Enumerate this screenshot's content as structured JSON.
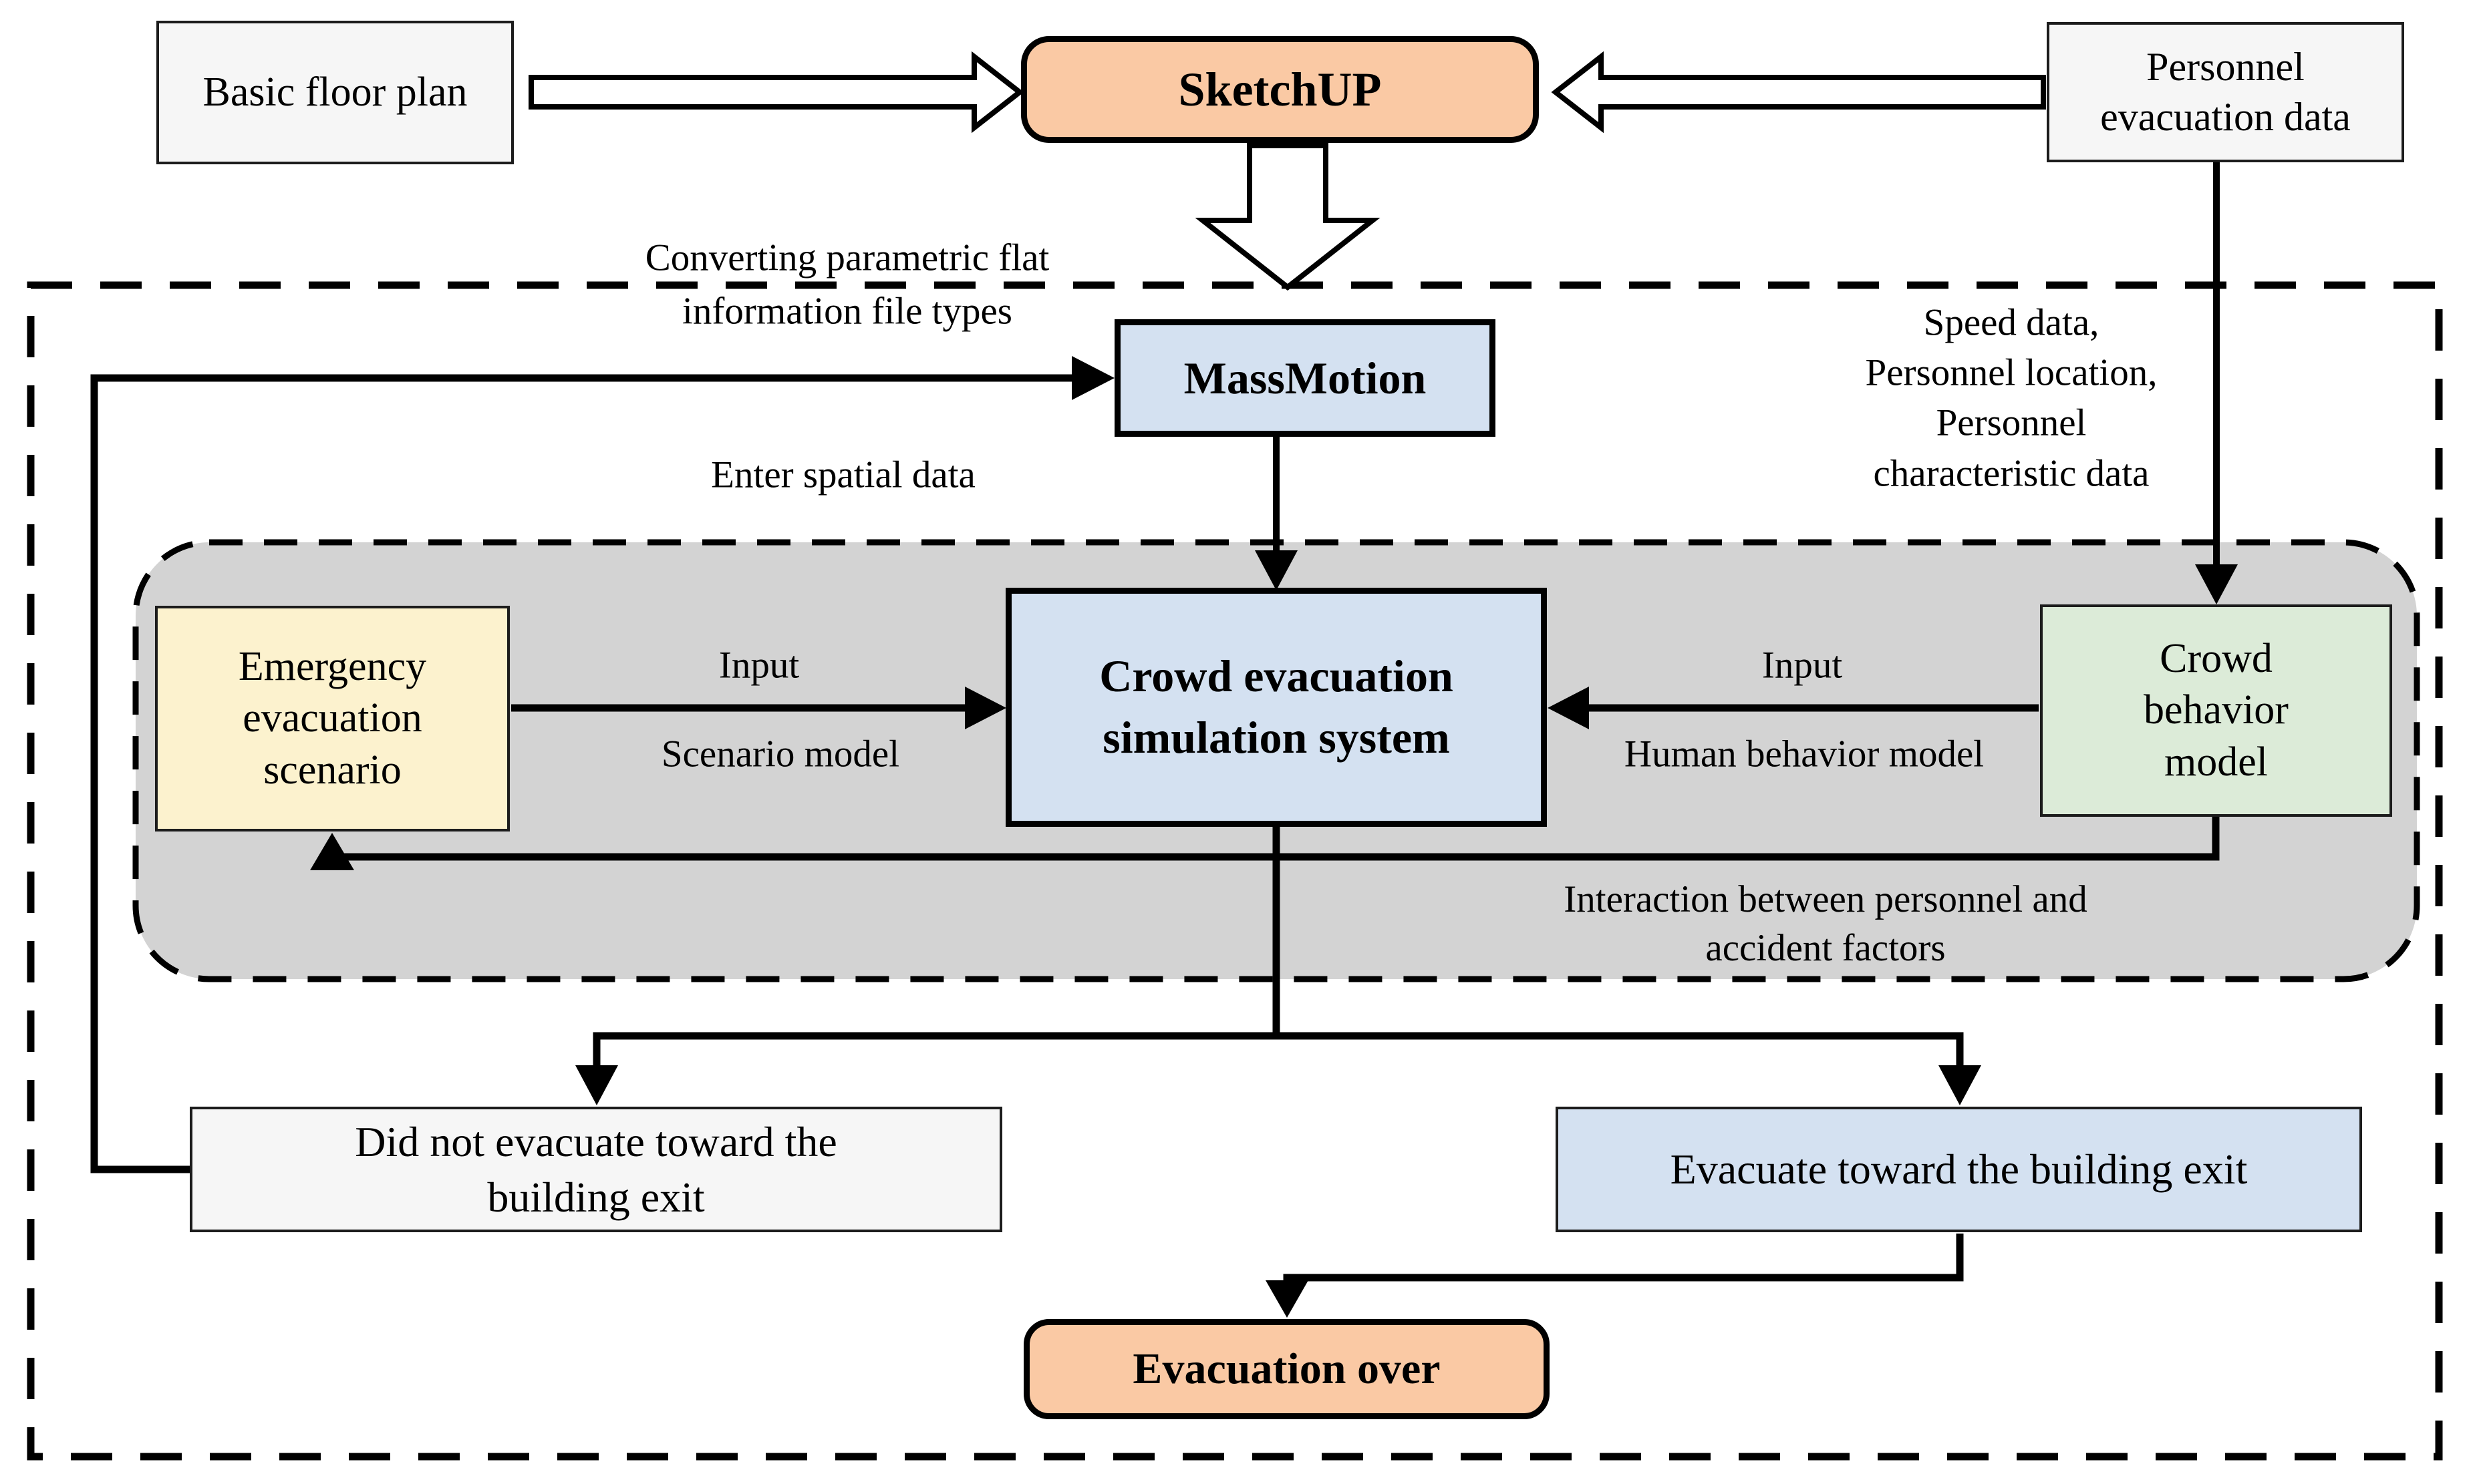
{
  "colors": {
    "peach": "#FAC9A4",
    "light_blue": "#D4E1F1",
    "cream": "#FCF2CE",
    "light_green": "#DCEBD8",
    "panel_gray": "#D3D3D3",
    "box_gray": "#F6F6F6",
    "line_black": "#000000"
  },
  "nodes": {
    "basic_floor_plan": "Basic floor plan",
    "sketchup": "SketchUP",
    "personnel_data": "Personnel\nevacuation data",
    "massmotion": "MassMotion",
    "emergency_scenario": "Emergency\nevacuation\nscenario",
    "simulation_system": "Crowd evacuation\nsimulation system",
    "crowd_behavior": "Crowd\nbehavior\nmodel",
    "did_not_evacuate": "Did not evacuate toward the\nbuilding exit",
    "evacuate_exit": "Evacuate toward the building exit",
    "evacuation_over": "Evacuation over"
  },
  "annotations": {
    "converting_line1": "Converting parametric flat",
    "converting_line2": "information file types",
    "enter_spatial": "Enter spatial data",
    "speed_data": "Speed data,\nPersonnel location,\nPersonnel\ncharacteristic data",
    "input_left": "Input",
    "scenario_model": "Scenario model",
    "input_right": "Input",
    "human_behavior_model": "Human behavior model",
    "interaction": "Interaction between personnel and\naccident factors"
  }
}
